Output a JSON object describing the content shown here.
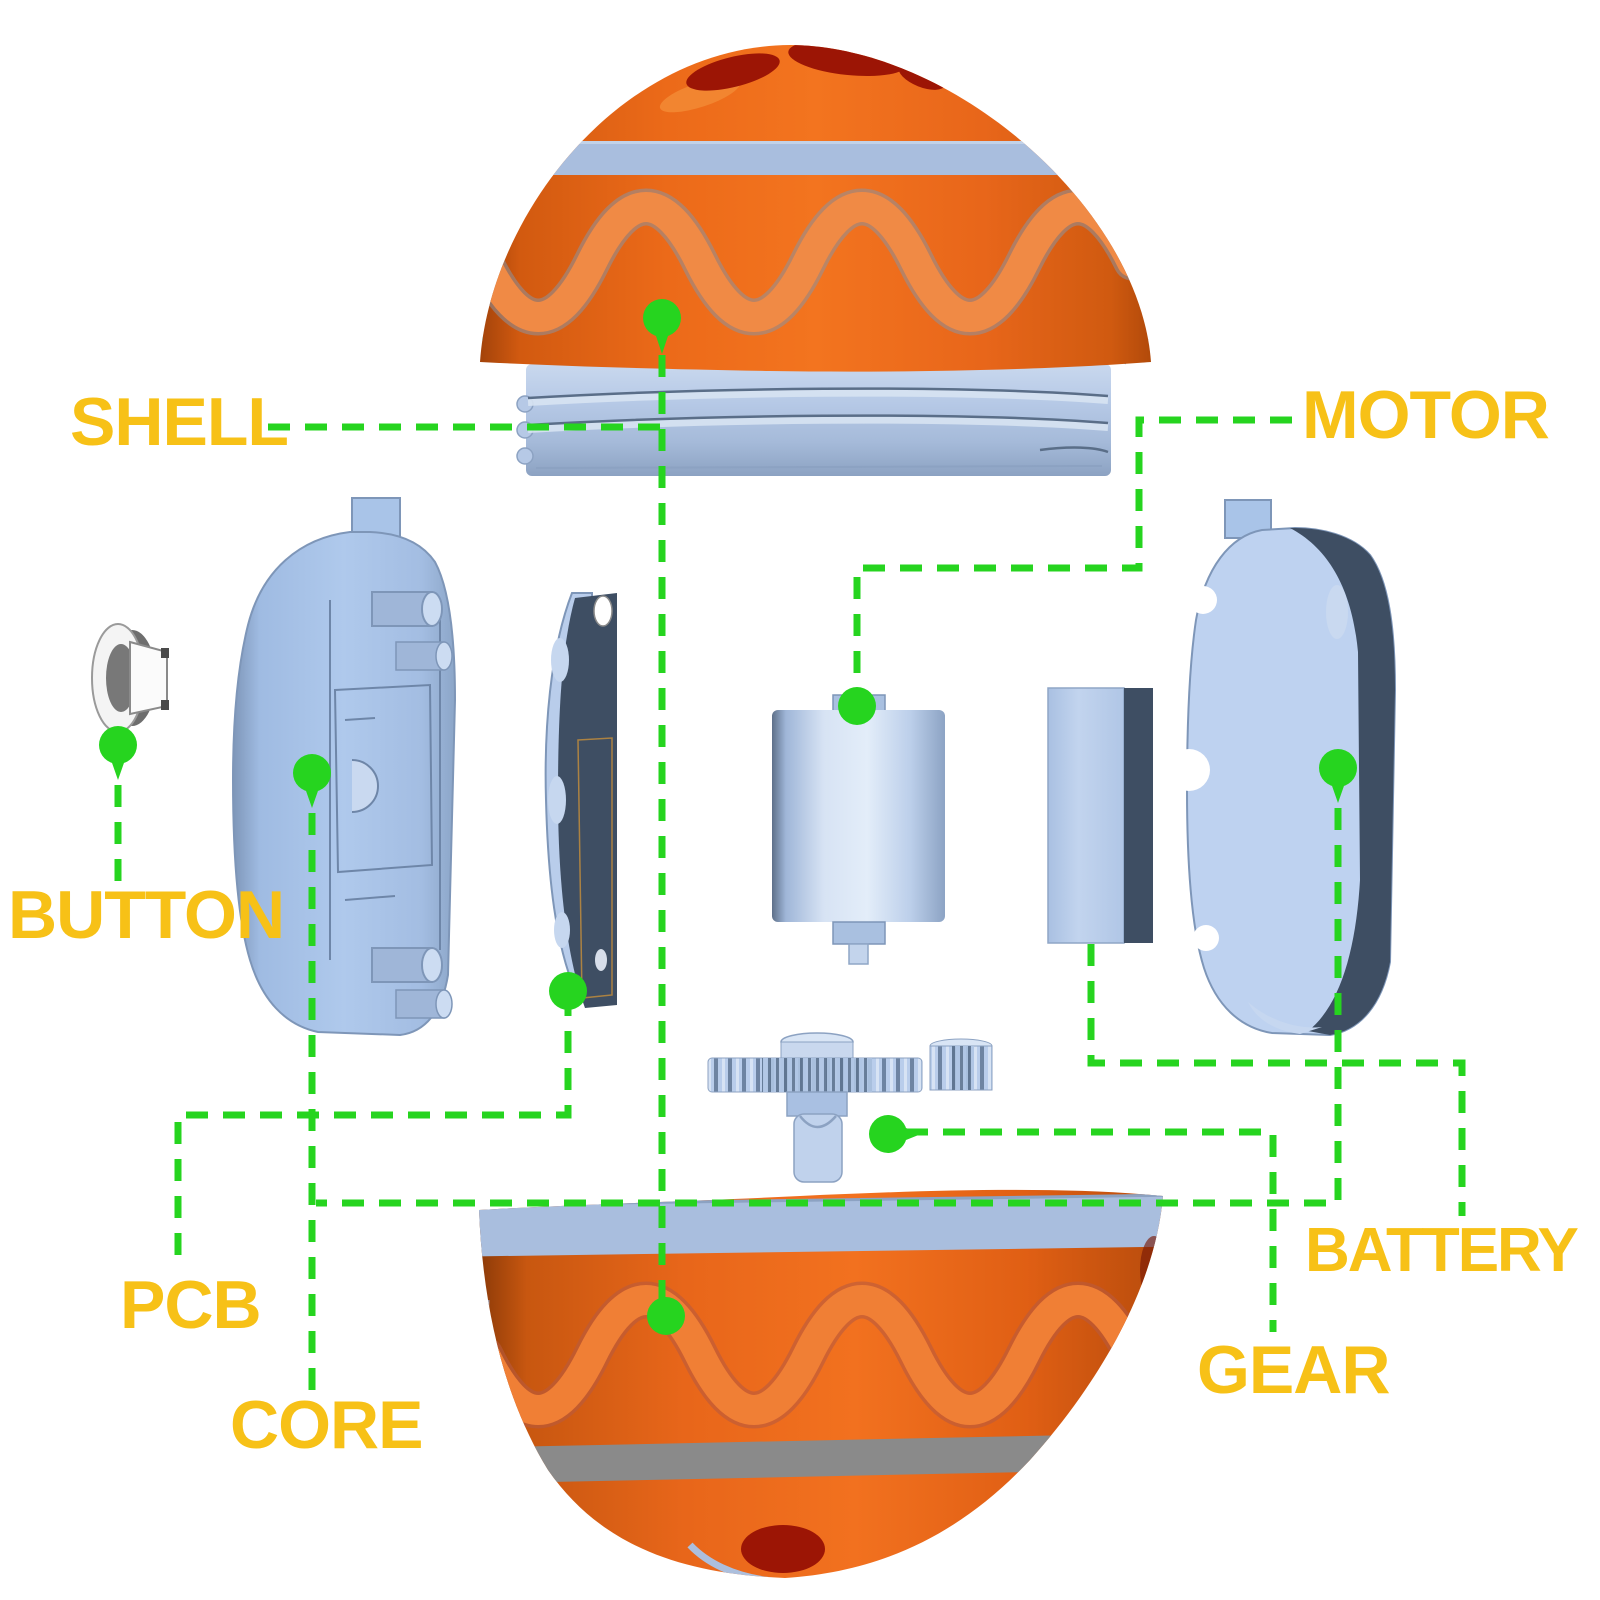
{
  "labels": {
    "shell": "SHELL",
    "motor": "MOTOR",
    "button": "BUTTON",
    "pcb": "PCB",
    "core": "CORE",
    "battery": "BATTERY",
    "gear": "GEAR"
  },
  "colors": {
    "background": "#ffffff",
    "label_text": "#F7C117",
    "callout_green": "#26D41F",
    "shell_orange": "#EE6A16",
    "wave_orange": "#F0883F",
    "band_blue": "#A9BEDE",
    "part_blue": "#AFC9EC",
    "part_blue_dark": "#8CA2C2",
    "navy": "#3E4E63",
    "gray_band": "#8A8A8A",
    "spot_red": "#9C1505"
  }
}
